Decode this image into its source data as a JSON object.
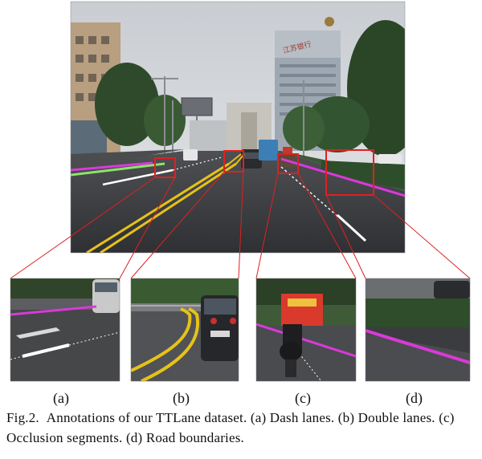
{
  "figure": {
    "panels": [
      {
        "id": "a",
        "label": "(a)"
      },
      {
        "id": "b",
        "label": "(b)"
      },
      {
        "id": "c",
        "label": "(c)"
      },
      {
        "id": "d",
        "label": "(d)"
      }
    ],
    "signage": {
      "building_sign": "江苏银行"
    },
    "colors": {
      "highlight_box": "#e02020",
      "lane_dash": "#ffffff",
      "lane_double": "#e6c21a",
      "lane_boundary": "#d83ad8",
      "lane_other": "#8de36a"
    }
  },
  "caption": {
    "prefix": "Fig.2.",
    "text": "Annotations of our TTLane dataset. (a) Dash lanes. (b) Double lanes. (c) Occlusion segments. (d) Road boundaries."
  }
}
